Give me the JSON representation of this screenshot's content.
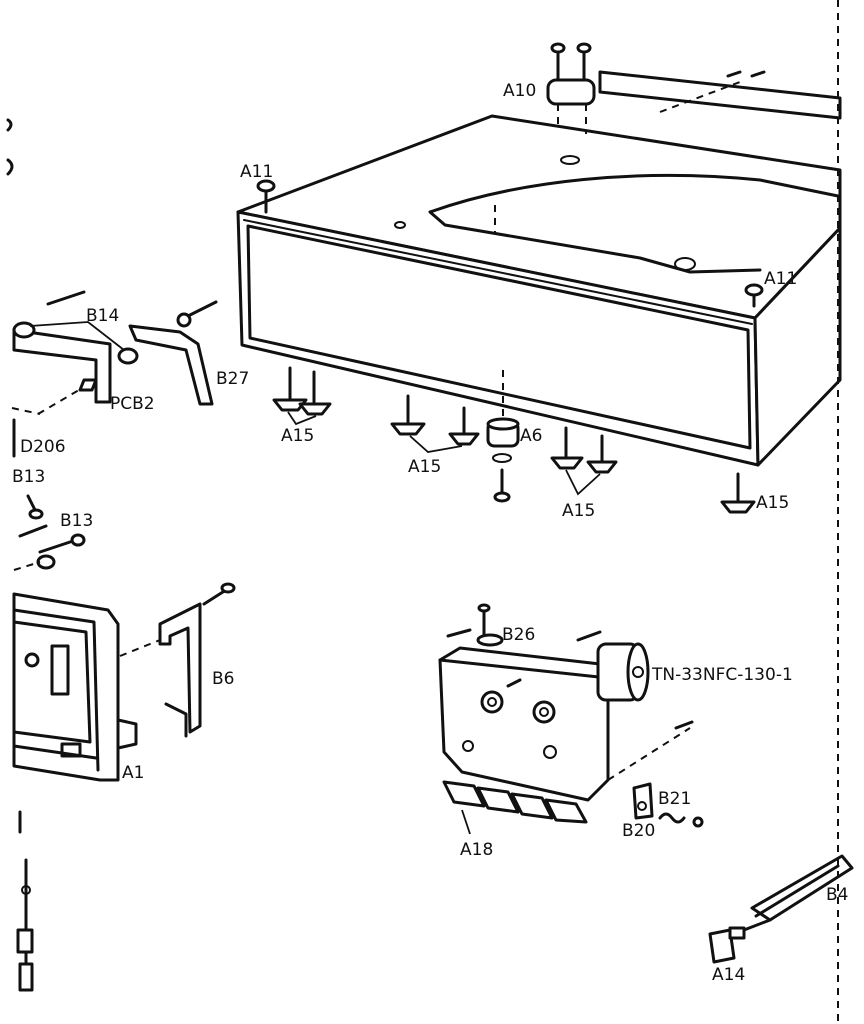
{
  "labels": {
    "a10": "A10",
    "a11_left": "A11",
    "a11_right": "A11",
    "b14": "B14",
    "pcb2": "PCB2",
    "b27": "B27",
    "d206": "D206",
    "b13_top": "B13",
    "b13_bottom": "B13",
    "a15_left": "A15",
    "a15_mid": "A15",
    "a6": "A6",
    "a15_center": "A15",
    "a15_right": "A15",
    "b6": "B6",
    "a1": "A1",
    "b26": "B26",
    "tn_motor": "TN-33NFC-130-1",
    "b21": "B21",
    "b20": "B20",
    "a18": "A18",
    "b4": "B4",
    "a14": "A14"
  }
}
